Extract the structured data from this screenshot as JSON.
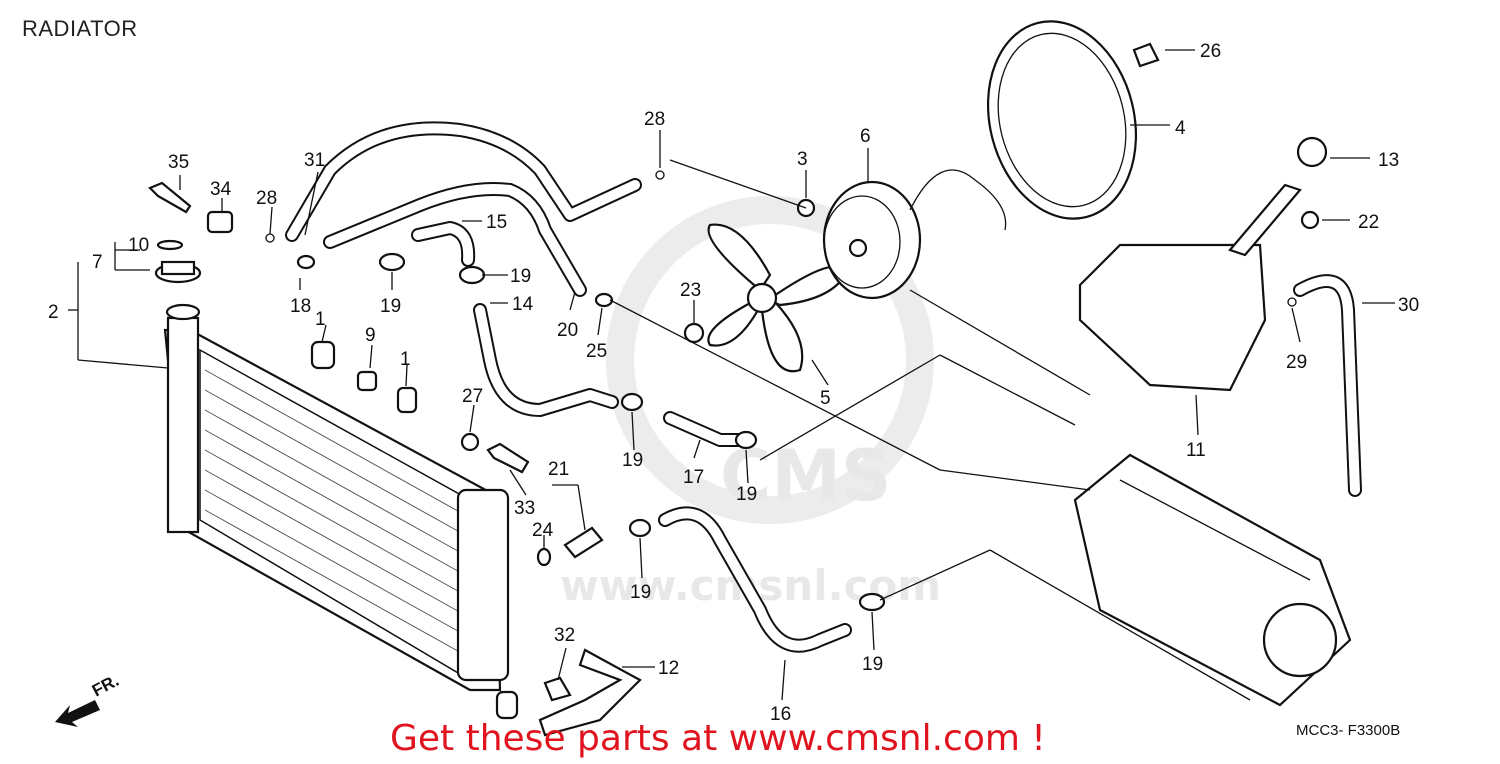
{
  "title": "RADIATOR",
  "footer_cta": "Get these parts at www.cmsnl.com !",
  "diagram_code": "MCC3- F3300B",
  "front_marker": "FR.",
  "watermark": "www.cmsnl.com",
  "callouts": {
    "p1a": "1",
    "p1b": "1",
    "p2": "2",
    "p3": "3",
    "p4": "4",
    "p5": "5",
    "p6": "6",
    "p7": "7",
    "p9": "9",
    "p10": "10",
    "p11": "11",
    "p12": "12",
    "p13": "13",
    "p14": "14",
    "p15": "15",
    "p16": "16",
    "p17": "17",
    "p18": "18",
    "p19a": "19",
    "p19b": "19",
    "p19c": "19",
    "p19d": "19",
    "p19e": "19",
    "p19f": "19",
    "p20": "20",
    "p21": "21",
    "p22": "22",
    "p23": "23",
    "p24": "24",
    "p25": "25",
    "p26": "26",
    "p27": "27",
    "p28a": "28",
    "p28b": "28",
    "p29": "29",
    "p30": "30",
    "p31": "31",
    "p32": "32",
    "p33": "33",
    "p34": "34",
    "p35": "35"
  },
  "colors": {
    "line": "#111111",
    "cta": "#e0141e",
    "watermark": "#e6e6e6"
  }
}
